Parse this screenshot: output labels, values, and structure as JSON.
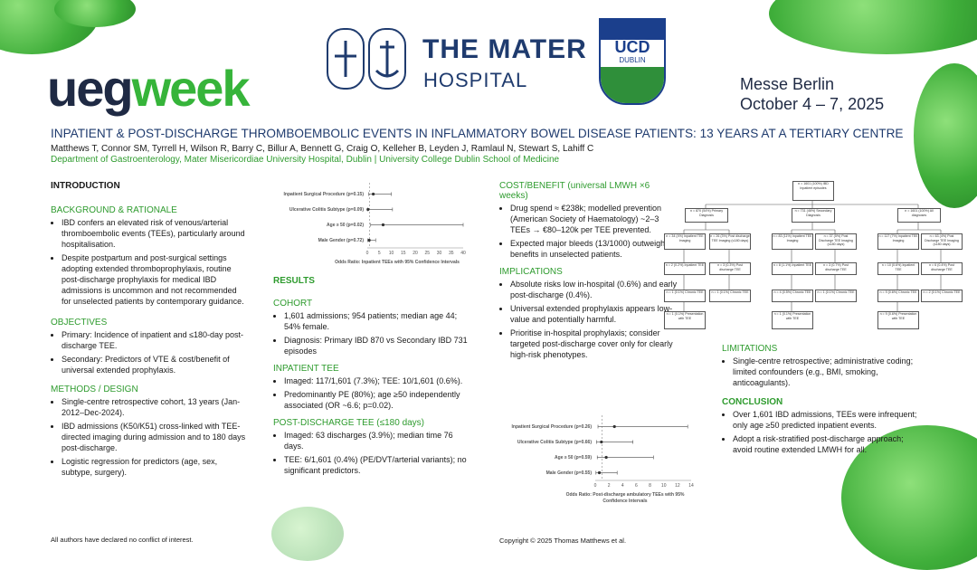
{
  "header": {
    "logo_ueg_part1": "ueg",
    "logo_ueg_part2": "week",
    "mater_title": "THE MATER",
    "mater_subtitle": "HOSPITAL",
    "ucd_line1": "UCD",
    "ucd_line2": "DUBLIN",
    "messe_line1": "Messe Berlin",
    "messe_line2": "October 4 – 7, 2025"
  },
  "poster": {
    "title": "INPATIENT & POST-DISCHARGE THROMBOEMBOLIC EVENTS IN INFLAMMATORY BOWEL DISEASE PATIENTS: 13 YEARS AT A TERTIARY CENTRE",
    "authors": "Matthews T, Connor SM, Tyrrell H, Wilson R, Barry C, Billur A, Bennett G, Craig O, Kelleher B, Leyden J, Ramlaul N, Stewart S, Lahiff C",
    "department": "Department of Gastroenterology, Mater Misericordiae University Hospital, Dublin | University College Dublin School of Medicine"
  },
  "col1": {
    "intro_heading": "INTRODUCTION",
    "background_heading": "BACKGROUND & RATIONALE",
    "background_bullets": [
      "IBD confers an elevated risk of venous/arterial thromboembolic events (TEEs), particularly around hospitalisation.",
      "Despite postpartum and post-surgical settings adopting extended thromboprophylaxis, routine post-discharge prophylaxis for medical IBD admissions is uncommon and not recommended for unselected patients by contemporary guidance."
    ],
    "objectives_heading": "OBJECTIVES",
    "objectives_bullets": [
      "Primary: Incidence of inpatient and ≤180-day post-discharge TEE.",
      "Secondary: Predictors of VTE & cost/benefit of universal extended prophylaxis."
    ],
    "methods_heading": "METHODS / DESIGN",
    "methods_bullets": [
      "Single-centre retrospective cohort, 13 years (Jan-2012–Dec-2024).",
      "IBD admissions (K50/K51) cross-linked with TEE-directed imaging during admission and to 180 days post-discharge.",
      "Logistic regression for predictors (age, sex, subtype, surgery)."
    ],
    "footer": "All authors have declared no conflict of interest."
  },
  "col2": {
    "forest1_caption": "Odds Ratio: Inpatient TEEs with 95% Confidence Intervals",
    "results_heading": "RESULTS",
    "cohort_heading": "COHORT",
    "cohort_bullets": [
      "1,601 admissions; 954 patients; median age 44; 54% female.",
      "Diagnosis: Primary IBD 870 vs Secondary IBD 731 episodes"
    ],
    "inpatient_heading": "INPATIENT TEE",
    "inpatient_bullets": [
      "Imaged: 117/1,601 (7.3%); TEE: 10/1,601 (0.6%).",
      "Predominantly PE (80%); age ≥50 independently associated (OR ~6.6; p=0.02)."
    ],
    "postdischarge_heading": "POST-DISCHARGE TEE (≤180 days)",
    "postdischarge_bullets": [
      "Imaged: 63 discharges (3.9%); median time 76 days.",
      "TEE: 6/1,601 (0.4%) (PE/DVT/arterial variants); no significant predictors."
    ]
  },
  "col3": {
    "cost_heading": "COST/BENEFIT (universal LMWH ×6 weeks)",
    "cost_bullets": [
      "Drug spend ≈ €238k; modelled prevention (American Society of Haematology) ~2–3 TEEs → €80–120k per TEE prevented.",
      "Expected major bleeds (13/1000) outweigh benefits in unselected patients."
    ],
    "implications_heading": "IMPLICATIONS",
    "implications_bullets": [
      "Absolute risks low in-hospital (0.6%) and early post-discharge (0.4%).",
      "Universal extended prophylaxis appears low-value and potentially harmful.",
      "Prioritise in-hospital prophylaxis; consider targeted post-discharge cover only for clearly high-risk phenotypes."
    ],
    "forest2_caption_line1": "Odds Ratio: Post-discharge ambulatory TEEs with 95%",
    "forest2_caption_line2": "Confidence Intervals",
    "copyright": "Copyright © 2025 Thomas Matthews et al."
  },
  "col4": {
    "limitations_heading": "LIMITATIONS",
    "limitations_bullets": [
      "Single-centre retrospective; administrative coding; limited confounders (e.g., BMI, smoking, anticoagulants)."
    ],
    "conclusion_heading": "CONCLUSION",
    "conclusion_bullets": [
      "Over 1,601 IBD admissions, TEEs were infrequent; only age ≥50 predicted inpatient events.",
      "Adopt a risk-stratified post-discharge approach; avoid routine extended LMWH for all."
    ]
  },
  "flowchart": {
    "root": "n = 1601 (100%) IBD Inpatient episodes",
    "level1": [
      "n = 870 (54%) Primary Diagnosis",
      "n = 731 (46%) Secondary Diagnosis",
      "n = 1601 (100%) All diagnoses"
    ],
    "level2": [
      "n = 34 (4%) Inpatient TEE Imaging",
      "n = 26 (3%) Post discharge TEE Imaging (≤180 days)",
      "n = 83 (11%) Inpatient TEE Imaging",
      "n = 37 (5%) Post Discharge TEE Imaging (≤180 days)",
      "n = 117 (7%) Inpatient TEE Imaging",
      "n = 63 (4%) Post Discharge TEE Imaging (≤180 days)"
    ],
    "level3": [
      "n = 2 (0.2%) Inpatient TEE",
      "n = 3 (0.3%) Post discharge TEE",
      "n = 8 (1.1%) Inpatient TEE",
      "n = 3 (0.7%) Post discharge TEE",
      "n = 10 (0.6%) Inpatient TEE",
      "n = 6 (0.4%) Post discharge TEE"
    ],
    "level4": [
      "n = 1 (0.1%) Chronic TEE",
      "n = 1 (0.1%) Chronic TEE",
      "n = 4 (0.5%) Chronic TEE",
      "n = 1 (0.1%) Chronic TEE",
      "n = 9 (0.6%) Chronic TEE",
      "n = 2 (0.1%) Chronic TEE"
    ],
    "level5": [
      "n = 1 (0.1%) Presentation with TEE",
      "n = 1 (0.1%) Presentation with TEE",
      "n = 9 (0.6%) Presentation with TEE"
    ]
  },
  "chart_data": [
    {
      "type": "scatter",
      "title": "",
      "xlabel": "Odds Ratio: Inpatient TEEs with 95% Confidence Intervals",
      "ylabel": "",
      "xlim": [
        0,
        40
      ],
      "x_ticks": [
        0,
        5,
        10,
        15,
        20,
        25,
        30,
        35,
        40
      ],
      "reference_line": 1,
      "categories": [
        "Inpatient Surgical Procedure (p=0.15)",
        "Ulcerative Colitis Subtype (p=0.09)",
        "Age ≥ 50 (p=0.02)",
        "Male Gender (p=0.72)"
      ],
      "estimate": [
        2.5,
        0.3,
        6.6,
        0.8
      ],
      "ci_low": [
        0.6,
        0.1,
        1.4,
        0.2
      ],
      "ci_high": [
        10,
        10.5,
        40,
        3.5
      ]
    },
    {
      "type": "scatter",
      "title": "",
      "xlabel": "Odds Ratio: Post-discharge ambulatory TEEs with 95% Confidence Intervals",
      "ylabel": "",
      "xlim": [
        0,
        14
      ],
      "x_ticks": [
        0,
        2,
        4,
        6,
        8,
        10,
        12,
        14
      ],
      "reference_line": 1,
      "categories": [
        "Inpatient Surgical Procedure (p=0.26)",
        "Ulcerative Colitis Subtype (p=0.66)",
        "Age ≥ 50 (p=0.59)",
        "Male Gender (p=0.55)"
      ],
      "estimate": [
        2.8,
        0.9,
        1.6,
        0.6
      ],
      "ci_low": [
        0.4,
        0.2,
        0.3,
        0.1
      ],
      "ci_high": [
        13.5,
        5.5,
        8.5,
        3.2
      ]
    }
  ],
  "colors": {
    "accent_green": "#36b43a",
    "navy": "#1f3b6e",
    "ucd_blue": "#1b3f8c"
  }
}
